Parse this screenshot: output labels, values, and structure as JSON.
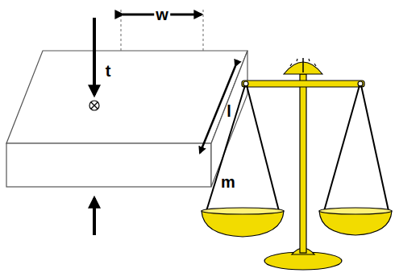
{
  "diagram": {
    "labels": [
      "w",
      "t",
      "l",
      "m"
    ]
  }
}
